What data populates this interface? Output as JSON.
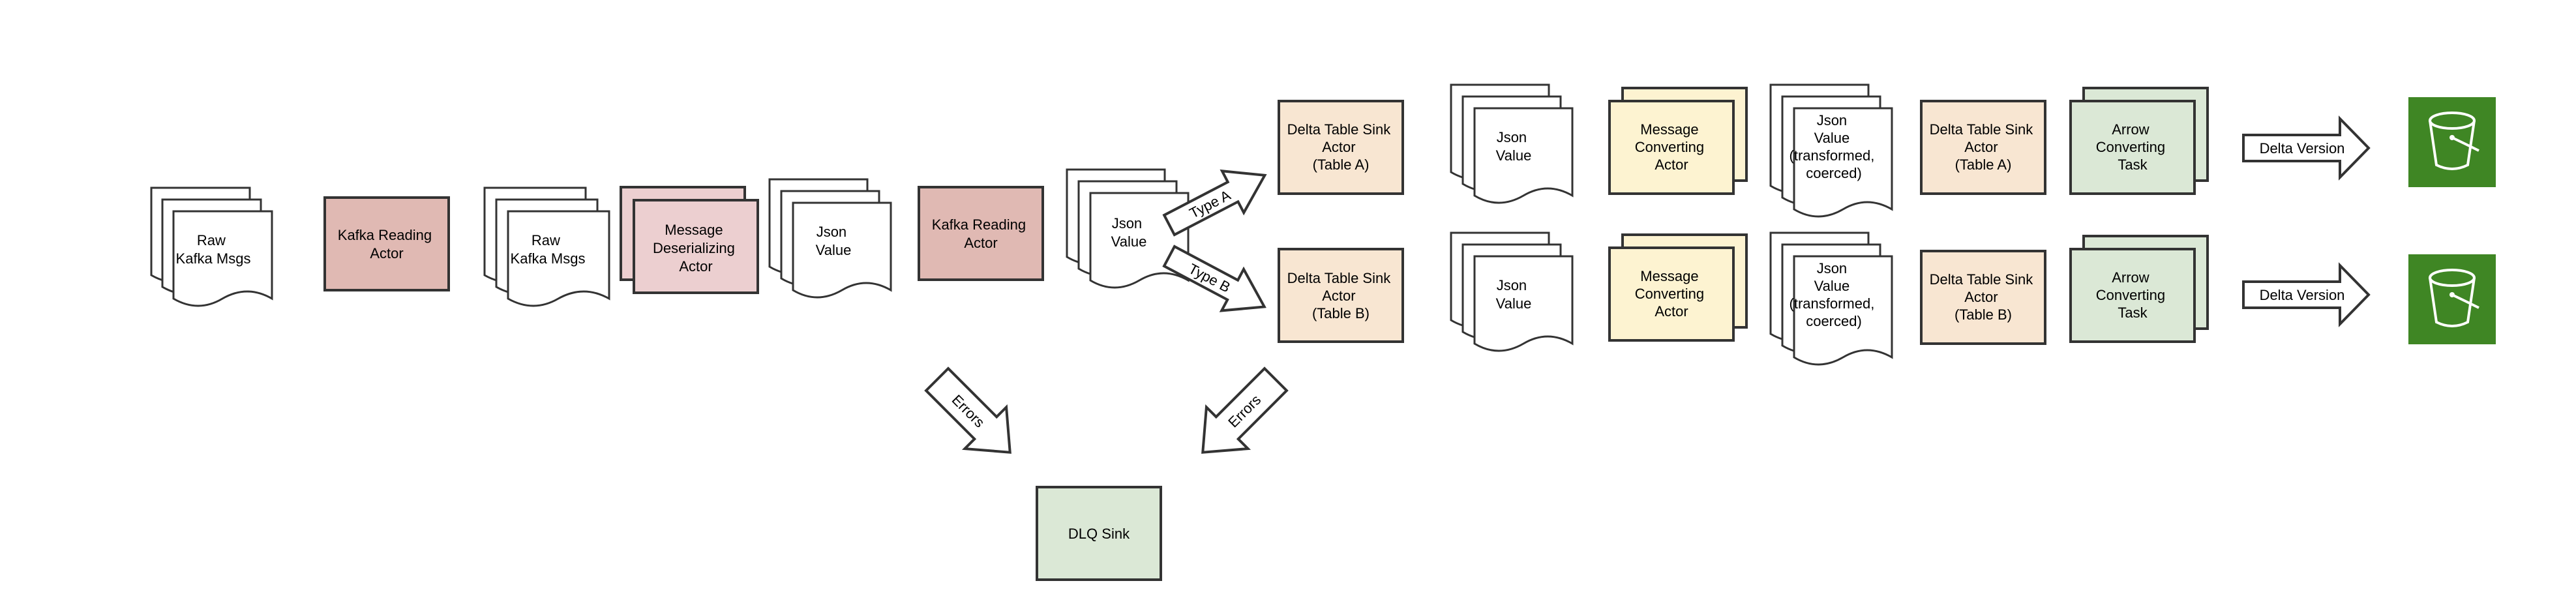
{
  "colors": {
    "kafka_actor": "#e0b9b3",
    "deserializer": "#eccfd0",
    "sink_actor": "#f8e6d2",
    "converting_actor": "#fdf3d1",
    "arrow_task": "#dbe8d6",
    "dlq": "#dbe8d6",
    "s3_icon": "#3f8624",
    "stroke": "#333333"
  },
  "nodes": {
    "raw_msgs_1": {
      "lines": [
        "Raw",
        "Kafka Msgs"
      ]
    },
    "kafka_reading_actor_1": {
      "lines": [
        "Kafka Reading",
        "Actor"
      ]
    },
    "raw_msgs_2": {
      "lines": [
        "Raw",
        "Kafka Msgs"
      ]
    },
    "message_deserializing_actor": {
      "lines": [
        "Message",
        "Deserializing",
        "Actor"
      ]
    },
    "json_value_1": {
      "lines": [
        "Json",
        "Value"
      ]
    },
    "kafka_reading_actor_2": {
      "lines": [
        "Kafka Reading",
        "Actor"
      ]
    },
    "json_value_2": {
      "lines": [
        "Json",
        "Value"
      ]
    },
    "delta_sink_table_a_1": {
      "lines": [
        "Delta Table Sink",
        "Actor",
        "(Table A)"
      ]
    },
    "delta_sink_table_b_1": {
      "lines": [
        "Delta Table Sink",
        "Actor",
        "(Table B)"
      ]
    },
    "json_value_a": {
      "lines": [
        "Json",
        "Value"
      ]
    },
    "message_converting_actor_a": {
      "lines": [
        "Message",
        "Converting",
        "Actor"
      ]
    },
    "json_value_transformed_a": {
      "lines": [
        "Json",
        "Value",
        "(transformed,",
        "coerced)"
      ]
    },
    "delta_sink_table_a_2": {
      "lines": [
        "Delta Table Sink",
        "Actor",
        "(Table A)"
      ]
    },
    "arrow_converting_task_a": {
      "lines": [
        "Arrow",
        "Converting",
        "Task"
      ]
    },
    "json_value_b": {
      "lines": [
        "Json",
        "Value"
      ]
    },
    "message_converting_actor_b": {
      "lines": [
        "Message",
        "Converting",
        "Actor"
      ]
    },
    "json_value_transformed_b": {
      "lines": [
        "Json",
        "Value",
        "(transformed,",
        "coerced)"
      ]
    },
    "delta_sink_table_b_2": {
      "lines": [
        "Delta Table Sink",
        "Actor",
        "(Table B)"
      ]
    },
    "arrow_converting_task_b": {
      "lines": [
        "Arrow",
        "Converting",
        "Task"
      ]
    },
    "dlq_sink": {
      "lines": [
        "DLQ Sink"
      ]
    }
  },
  "arrows": {
    "type_a": "Type A",
    "type_b": "Type B",
    "errors_left": "Errors",
    "errors_right": "Errors",
    "delta_version_a": "Delta Version",
    "delta_version_b": "Delta Version"
  },
  "icons": {
    "bucket_a": "s3-bucket-icon",
    "bucket_b": "s3-bucket-icon"
  }
}
